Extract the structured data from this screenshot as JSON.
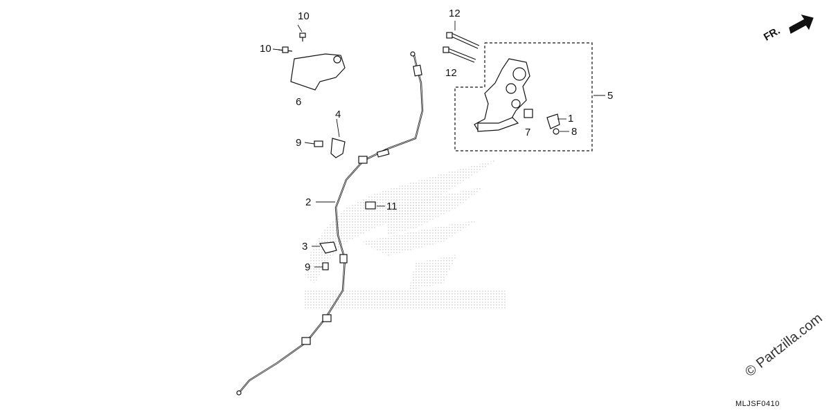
{
  "callouts": {
    "c10a": "10",
    "c10b": "10",
    "c6": "6",
    "c4": "4",
    "c9a": "9",
    "c2": "2",
    "c11": "11",
    "c3": "3",
    "c9b": "9",
    "c12a": "12",
    "c12b": "12",
    "c5": "5",
    "c1": "1",
    "c7": "7",
    "c8": "8"
  },
  "direction_label": "FR.",
  "watermark": "© Partzilla.com",
  "diagram_code": "MLJSF0410",
  "colors": {
    "line": "#111111",
    "dots": "#bbbbbb"
  }
}
